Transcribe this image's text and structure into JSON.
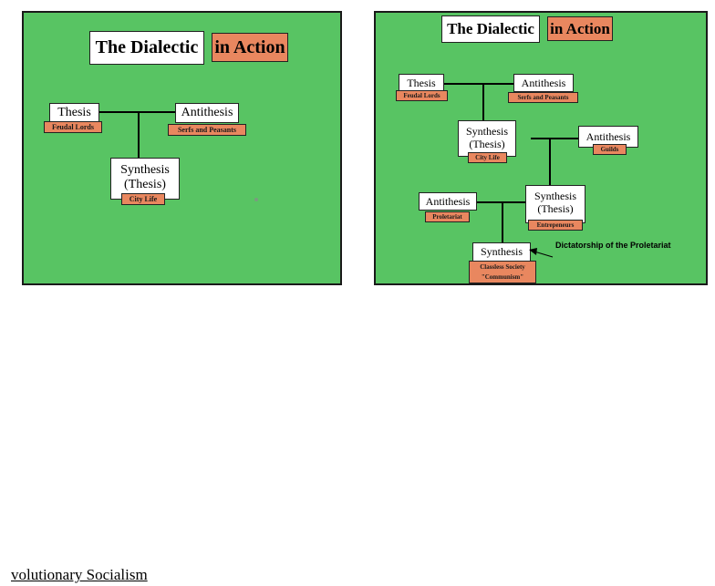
{
  "left_slide": {
    "title": "The Dialectic",
    "title_tag": "in Action",
    "thesis": {
      "label": "Thesis",
      "tag": "Feudal Lords"
    },
    "antithesis": {
      "label": "Antithesis",
      "tag": "Serfs and Peasants"
    },
    "synthesis": {
      "line1": "Synthesis",
      "line2": "(Thesis)",
      "tag": "City Life"
    }
  },
  "right_slide": {
    "title": "The Dialectic",
    "title_tag": "in Action",
    "thesis": {
      "label": "Thesis",
      "tag": "Feudal Lords"
    },
    "antithesis1": {
      "label": "Antithesis",
      "tag": "Serfs and Peasants"
    },
    "synthesis1": {
      "line1": "Synthesis",
      "line2": "(Thesis)",
      "tag": "City Life"
    },
    "antithesis2": {
      "label": "Antithesis",
      "tag": "Guilds"
    },
    "antithesis3": {
      "label": "Antithesis",
      "tag": "Proletariat"
    },
    "synthesis2": {
      "line1": "Synthesis",
      "line2": "(Thesis)",
      "tag": "Entrepeneurs"
    },
    "synthesis3": {
      "label": "Synthesis",
      "tag_line1": "Classless Society",
      "tag_line2": "\"Communism\""
    },
    "annotation": "Dictatorship of the Proletariat"
  },
  "footer": {
    "text": "volutionary Socialism"
  }
}
